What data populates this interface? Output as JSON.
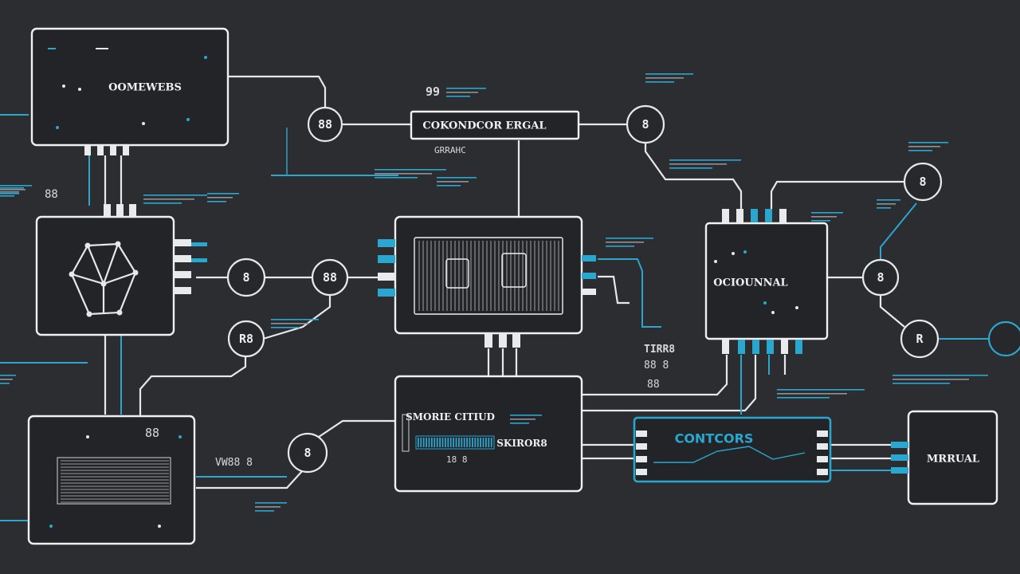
{
  "blocks": {
    "top_left": "OOMEWEBS",
    "center_top": "COKONDCOR ERGAL",
    "right_mid": "OCIOUNNAL",
    "bottom_center_a": "SMORIE CITIUD",
    "bottom_center_b": "SKIROR8",
    "controls": "CONTCORS",
    "far_right": "MRRUAL"
  },
  "nodes": [
    "88",
    "8",
    "8",
    "88",
    "R8",
    "8",
    "8",
    "8",
    "R"
  ],
  "captions": {
    "c1": "99",
    "c2": "GRRAHC",
    "c3": "TIRR8",
    "c4": "88 8",
    "c5": "88",
    "c6": "18 8",
    "c7": "VW88 8",
    "c8": "88",
    "c9": "88"
  },
  "colors": {
    "background": "#2b2d30",
    "line": "#e6e8ea",
    "accent": "#2aa6cf"
  }
}
